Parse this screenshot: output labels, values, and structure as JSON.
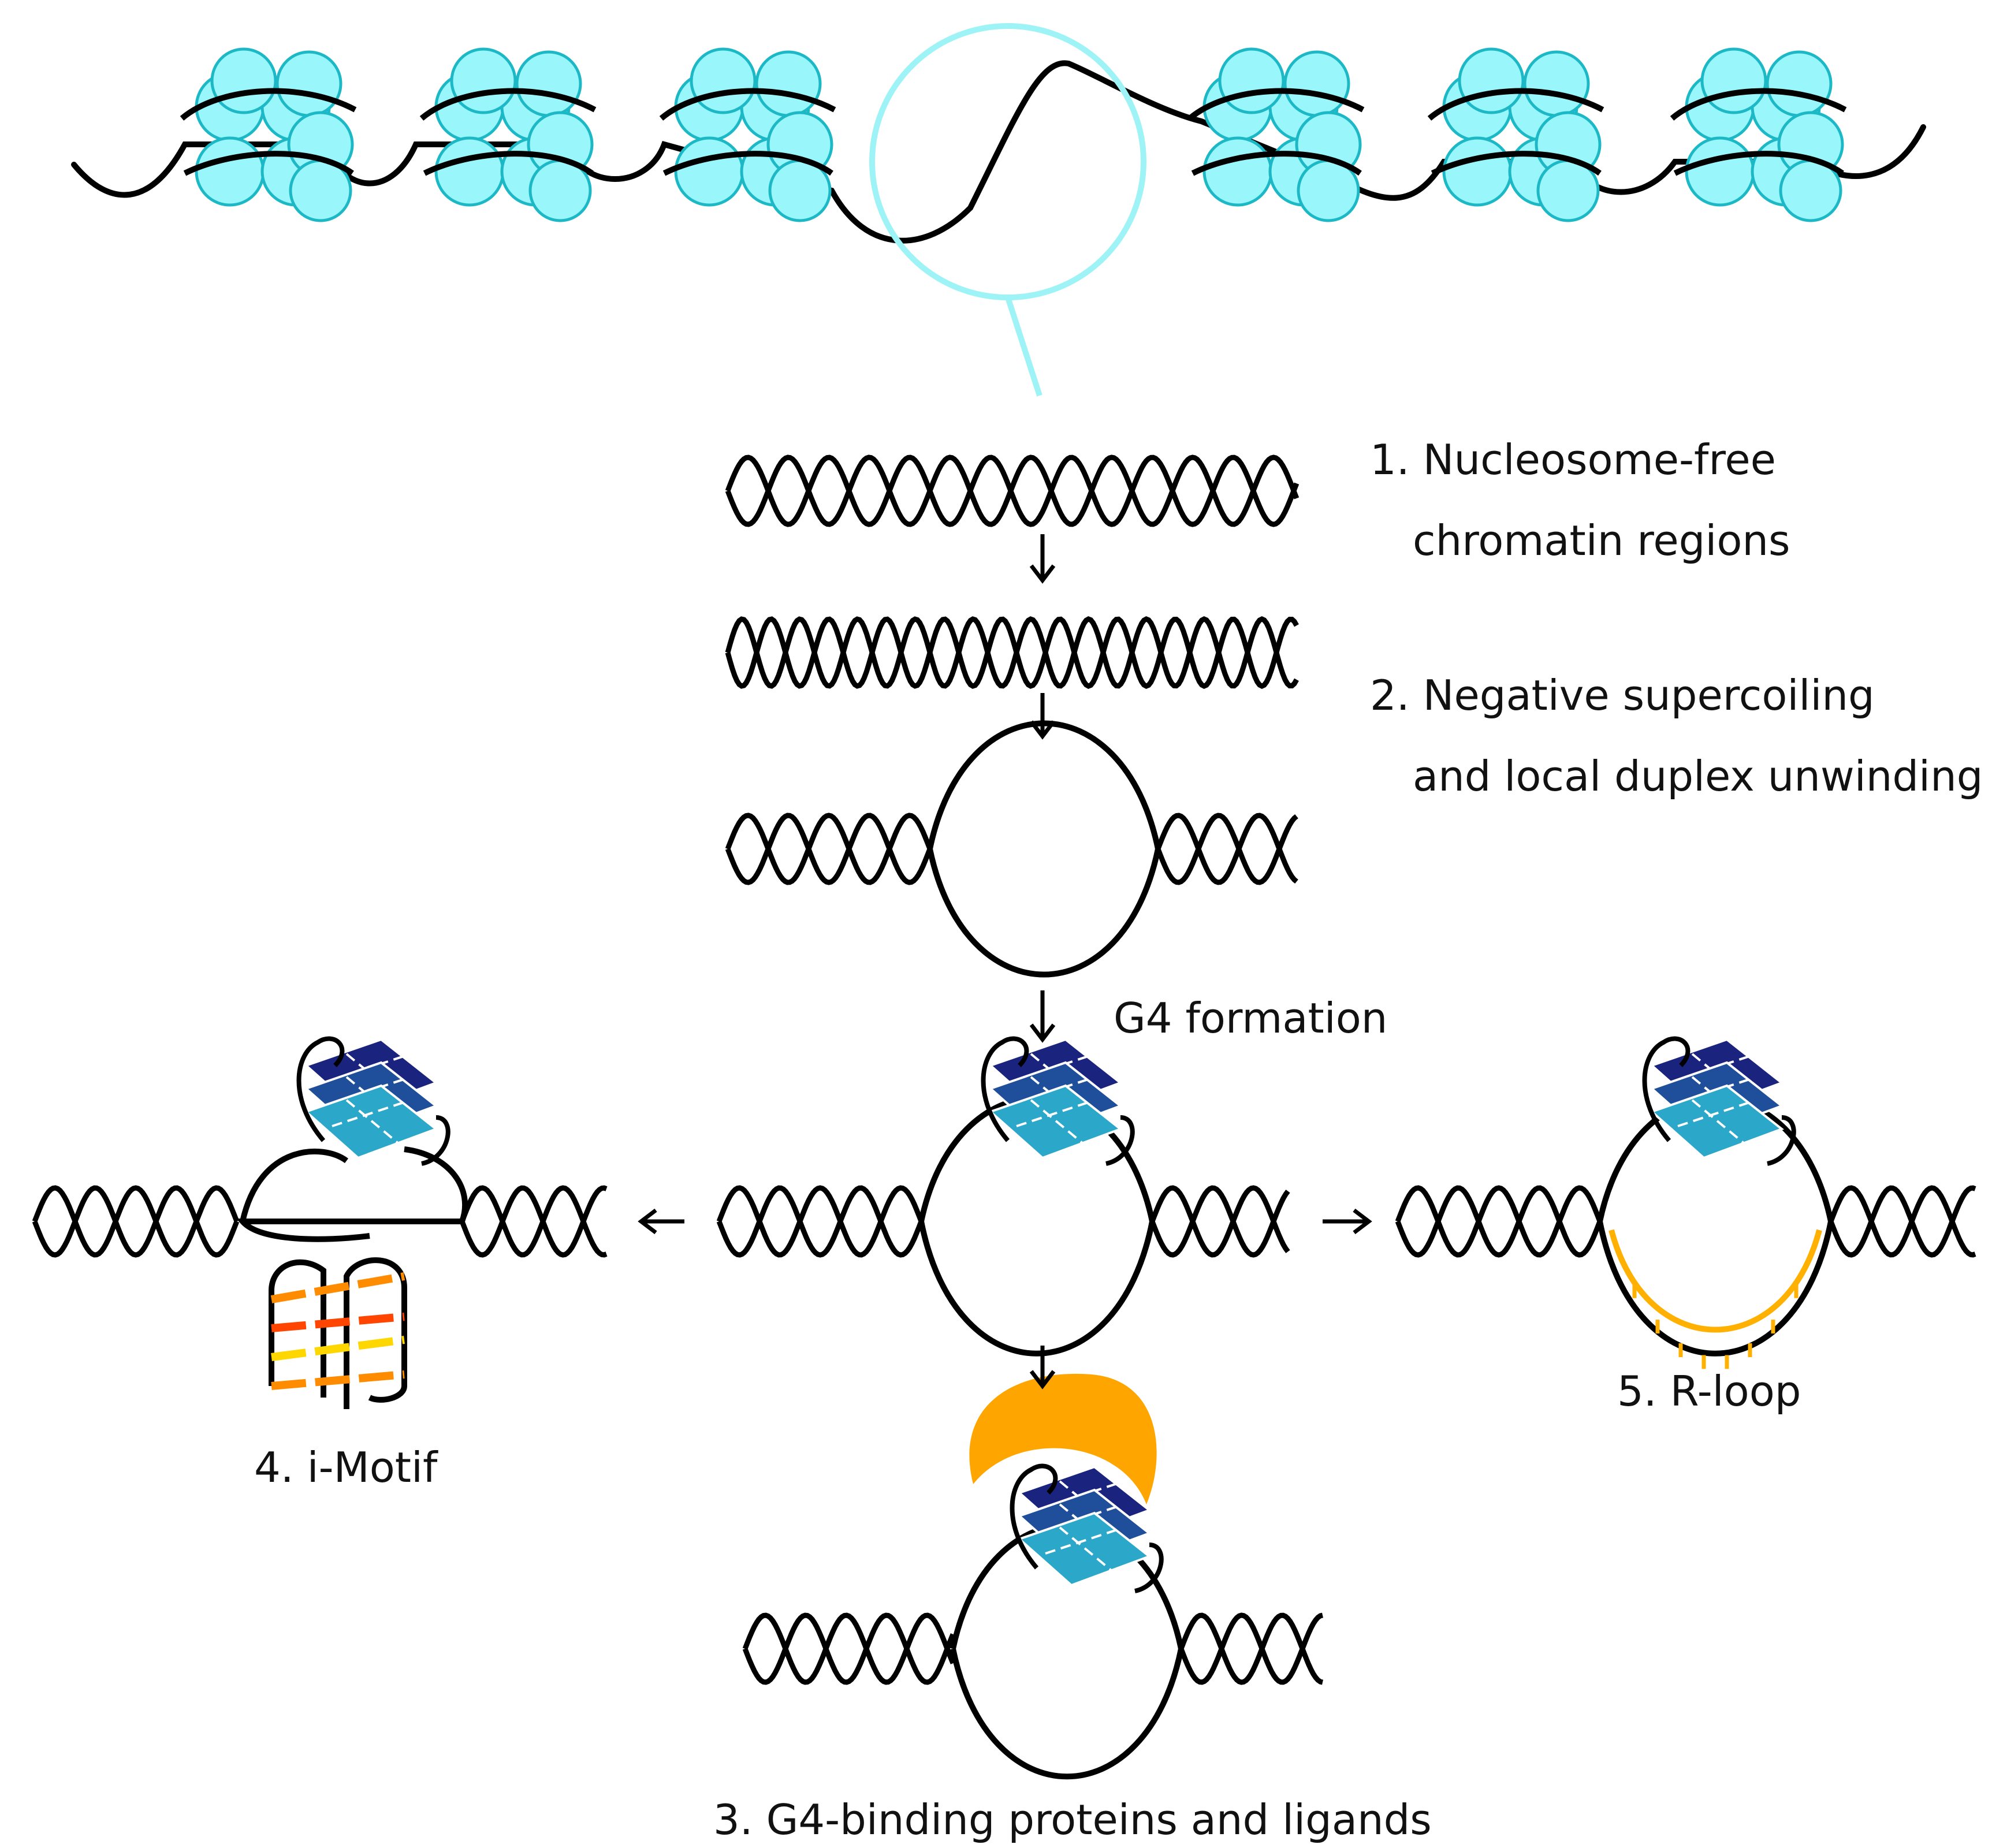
{
  "colors": {
    "dna": "#000000",
    "histone_fill": "#99f6fa",
    "histone_stroke": "#1cb8c6",
    "magnifier": "#9df3f5",
    "g4_dark": "#1a237e",
    "g4_mid": "#1f4f9a",
    "g4_light": "#2aa7c9",
    "protein": "#ffa500",
    "rna": "#ffb000",
    "imotif_orange": "#ff8c00",
    "imotif_yellow": "#ffd700",
    "imotif_red": "#ff4500"
  },
  "labels": {
    "step1_line1": "1. Nucleosome-free",
    "step1_line2": "chromatin regions",
    "step2_line1": "2. Negative supercoiling",
    "step2_line2": "and local duplex unwinding",
    "g4_formation": "G4 formation",
    "step3": "3. G4-binding proteins and ligands",
    "step4": "4. i-Motif",
    "step5": "5. R-loop"
  },
  "icons": {
    "nucleosome": "nucleosome-icon",
    "magnifier": "magnifier-icon",
    "g4": "g-quadruplex-icon",
    "arrow": "arrow-icon"
  }
}
